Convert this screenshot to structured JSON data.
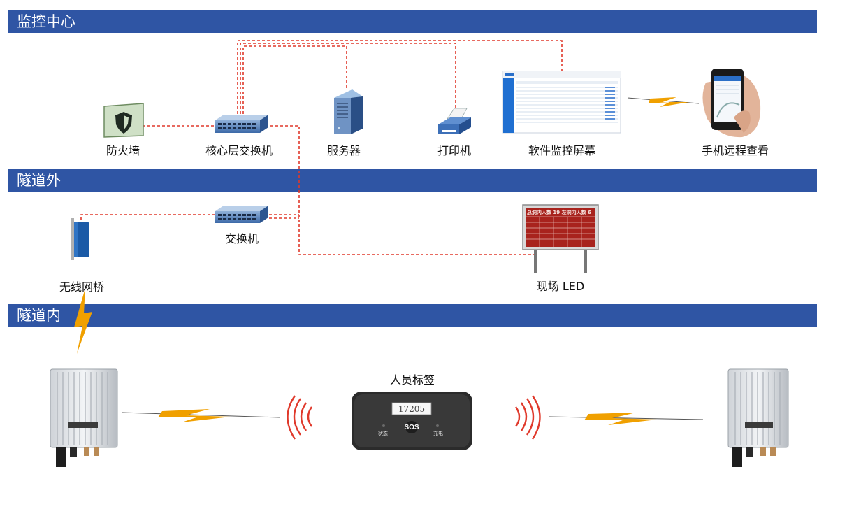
{
  "sections": {
    "monitor_center": "监控中心",
    "outside_tunnel": "隧道外",
    "inside_tunnel": "隧道内"
  },
  "devices": {
    "firewall": "防火墙",
    "core_switch": "核心层交换机",
    "server": "服务器",
    "printer": "打印机",
    "monitor_screen": "软件监控屏幕",
    "phone_remote": "手机远程查看",
    "switch": "交换机",
    "led": "现场 LED",
    "wireless_bridge": "无线网桥",
    "personnel_tag": "人员标签"
  },
  "tag": {
    "id": "17205",
    "sos": "SOS",
    "status_label": "状态",
    "charge_label": "充电"
  },
  "led_board": {
    "line1": "总洞内人数 19  左洞内人数 6"
  },
  "colors": {
    "band": "#2f55a4",
    "link": "#e0392b",
    "lightning": "#f0a000"
  }
}
